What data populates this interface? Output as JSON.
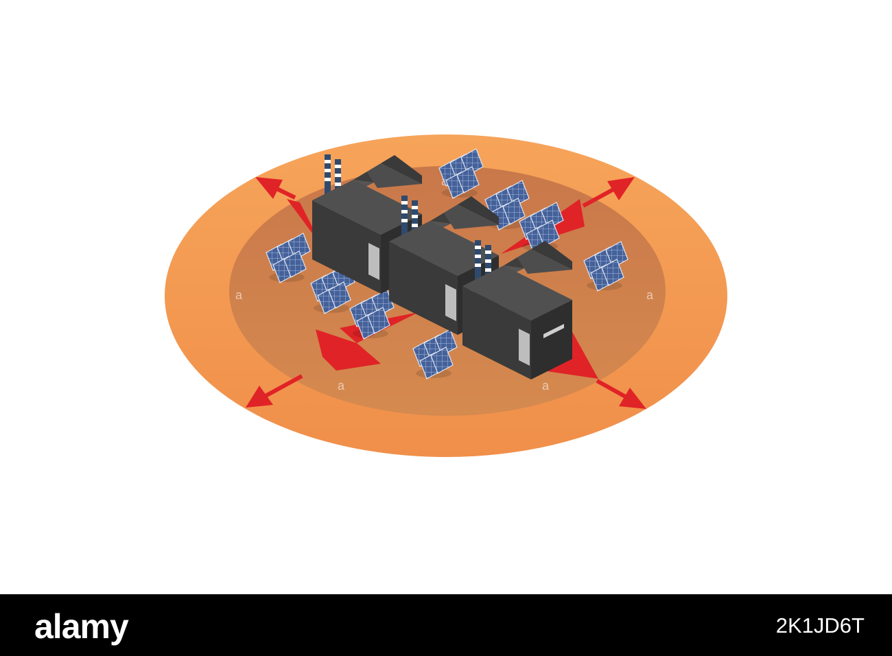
{
  "scene": {
    "colors": {
      "outer_disc": "#f39a4f",
      "inner_disc": "#d0824c",
      "arrow": "#e02327",
      "factory": "#4a4a4a",
      "solar_panel": "#4b6396"
    },
    "watermark_char": "a"
  },
  "footer": {
    "logo_text": "alamy",
    "image_id": "2K1JD6T"
  }
}
